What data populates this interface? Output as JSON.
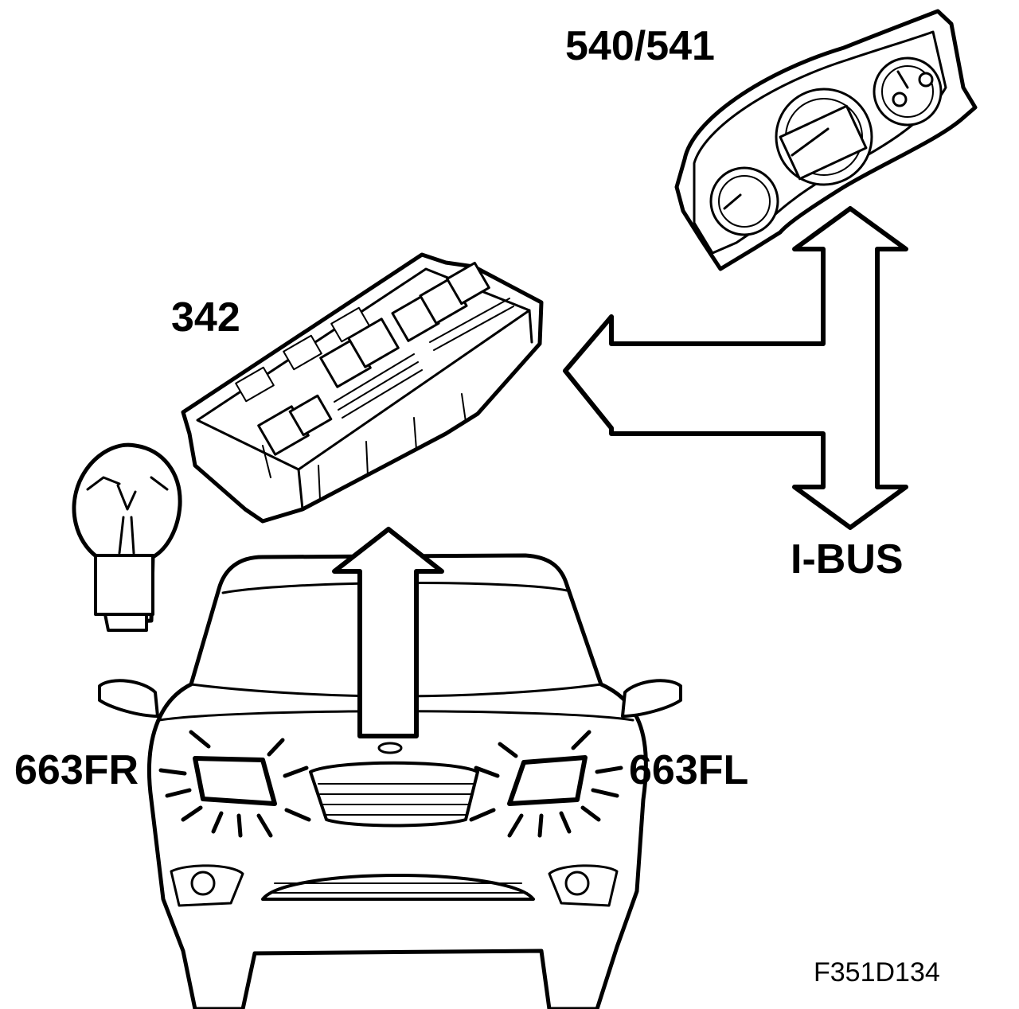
{
  "labels": {
    "cluster": "540/541",
    "fuse_box": "342",
    "left_headlamp": "663FR",
    "right_headlamp": "663FL",
    "bus": "I-BUS",
    "figure_id": "F351D134"
  },
  "colors": {
    "line": "#000000",
    "background": "#ffffff"
  }
}
